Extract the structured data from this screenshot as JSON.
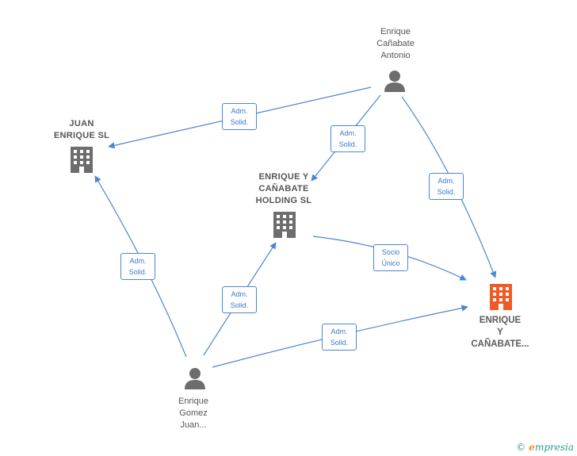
{
  "nodes": {
    "enrique_canabate_antonio": {
      "label": "Enrique\nCañabate\nAntonio",
      "type": "person"
    },
    "juan_enrique_sl": {
      "label": "JUAN\nENRIQUE  SL",
      "type": "company"
    },
    "enrique_canabate_holding": {
      "label": "ENRIQUE Y\nCAÑABATE\nHOLDING  SL",
      "type": "company"
    },
    "enrique_y_canabate": {
      "label": "ENRIQUE\nY\nCAÑABATE...",
      "type": "company-highlight"
    },
    "enrique_gomez_juan": {
      "label": "Enrique\nGomez\nJuan...",
      "type": "person"
    }
  },
  "edges": [
    {
      "label": "Adm.\nSolid."
    },
    {
      "label": "Adm.\nSolid."
    },
    {
      "label": "Adm.\nSolid."
    },
    {
      "label": "Adm.\nSolid."
    },
    {
      "label": "Adm.\nSolid."
    },
    {
      "label": "Adm.\nSolid."
    },
    {
      "label": "Socio\nÚnico"
    }
  ],
  "colors": {
    "edge": "#4a86d4",
    "icon": "#6d6d6d",
    "highlight": "#f05a24"
  },
  "footer": {
    "copyright": "©",
    "brand_initial": "e",
    "brand_rest": "mpresia"
  }
}
